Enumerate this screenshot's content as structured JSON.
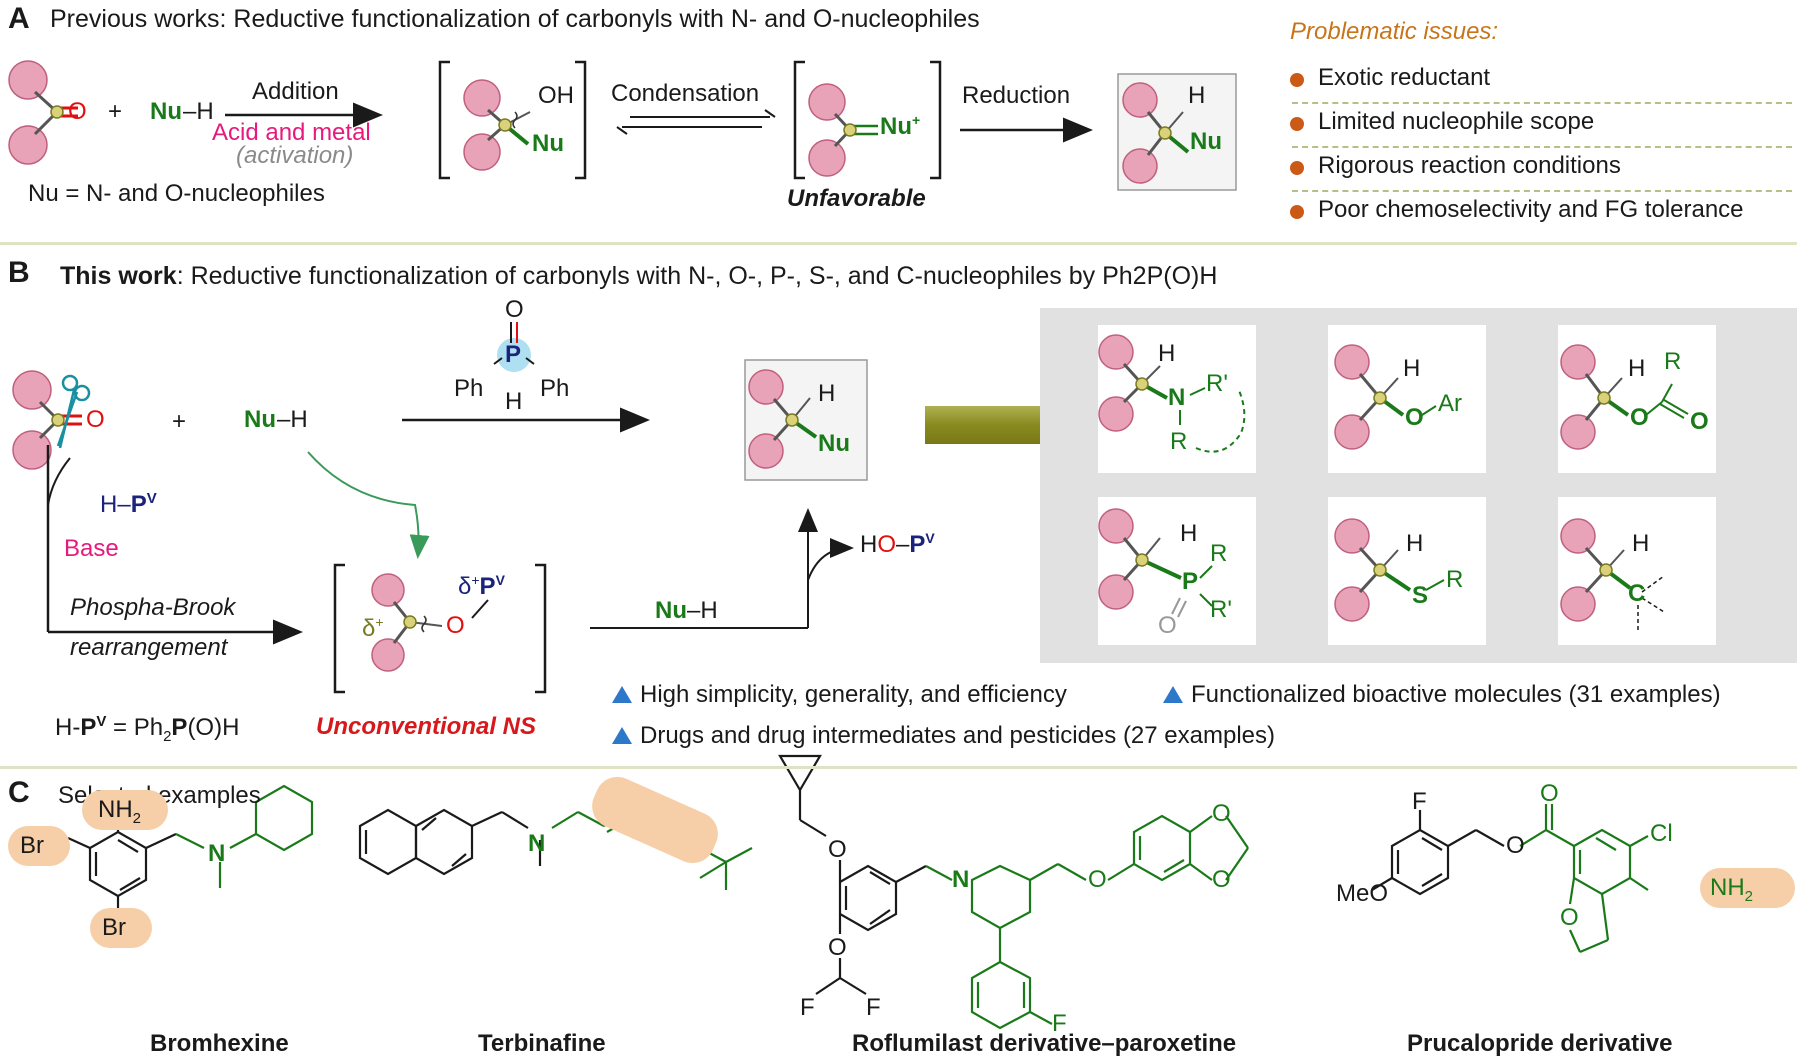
{
  "panelA": {
    "letter": "A",
    "title": "Previous works: Reductive functionalization of carbonyls with N- and O-nucleophiles",
    "plus": "+",
    "nu_h": "Nu",
    "h": "H",
    "arrow_top": "Addition",
    "arrow_pink": "Acid and metal",
    "arrow_gray": "(activation)",
    "nu_def": "Nu = N- and O-nucleophiles",
    "oh": "OH",
    "nu": "Nu",
    "condensation": "Condensation",
    "reduction": "Reduction",
    "unfavorable": "Unfavorable",
    "issues_title": "Problematic issues:",
    "issues": [
      "Exotic reductant",
      "Limited nucleophile scope",
      "Rigorous reaction conditions",
      "Poor chemoselectivity and FG tolerance"
    ]
  },
  "panelB": {
    "letter": "B",
    "title_bold": "This work",
    "title_rest": ": Reductive functionalization of carbonyls with N-, O-, P-, S-, and C-nucleophiles by Ph2P(O)H",
    "reagent_o": "O",
    "reagent_p": "P",
    "reagent_ph": "Ph",
    "reagent_h": "H",
    "hpv": "H–PV",
    "base": "Base",
    "phospha_brook_1": "Phospha-Brook",
    "phospha_brook_2": "rearrangement",
    "hpv_def": "H-PV = Ph2P(O)H",
    "unconventional": "Unconventional NS",
    "ho_pv": "HO–PV",
    "nu_h_lower": "Nu–H",
    "bullets": [
      "High simplicity, generality, and efficiency",
      "Functionalized bioactive molecules (31 examples)",
      "Drugs and drug intermediates and pesticides (27 examples)"
    ]
  },
  "panelC": {
    "letter": "C",
    "title": "Selected examples",
    "compounds": [
      "Bromhexine",
      "Terbinafine",
      "Roflumilast derivative–paroxetine",
      "Prucalopride derivative"
    ],
    "labels": [
      "NH2",
      "Br",
      "Br",
      "N",
      "N",
      "O",
      "O",
      "O",
      "O",
      "F",
      "F",
      "F",
      "F",
      "N",
      "O",
      "O",
      "Cl",
      "NH2",
      "MeO",
      "O",
      "O"
    ]
  },
  "colors": {
    "green": "#1a7a1a",
    "pink": "#e8197d",
    "navy": "#1b237a",
    "red": "#d7191c",
    "orange": "#c8751a",
    "ball": "#e8a3b8"
  }
}
